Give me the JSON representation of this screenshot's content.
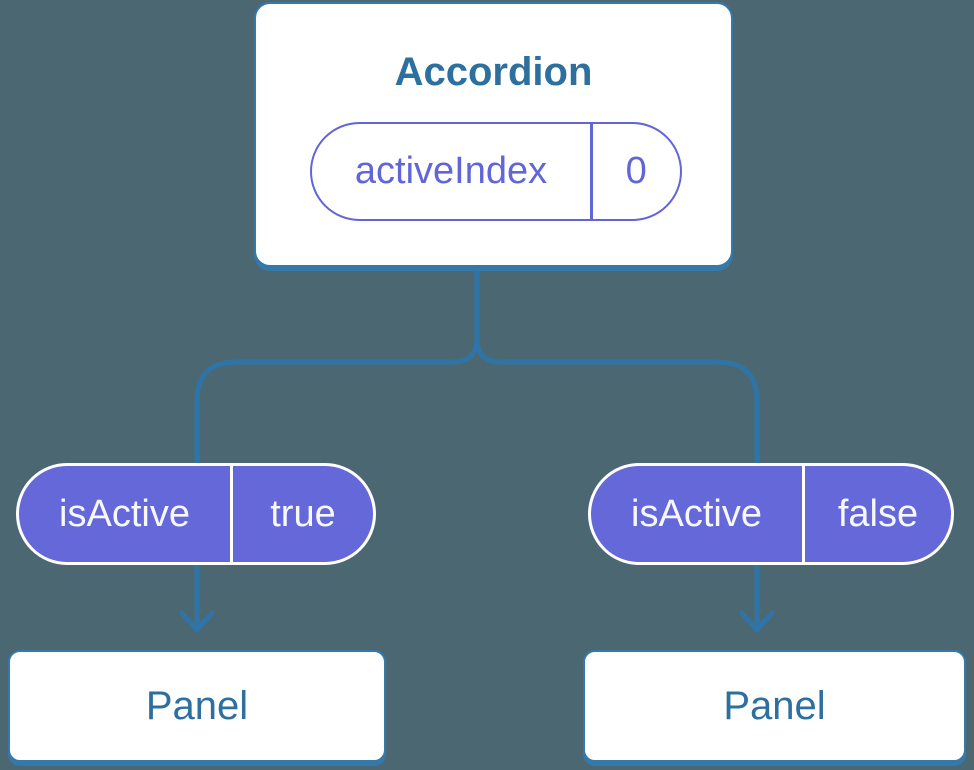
{
  "colors": {
    "background": "#4B6872",
    "node-fill": "#FFFFFF",
    "node-border": "#3578AA",
    "connector": "#2F74A7",
    "node-text": "#2D6F9E",
    "pill-fill": "#6468D9",
    "pill-border": "#FFFFFF",
    "pill-text": "#F7F8FF",
    "state-pill-fill": "#FFFFFF",
    "state-pill-border": "#6165D8",
    "state-pill-text": "#6165D8"
  },
  "diagram": {
    "root": {
      "title": "Accordion",
      "state": {
        "label": "activeIndex",
        "value": "0"
      }
    },
    "children": [
      {
        "prop": {
          "label": "isActive",
          "value": "true"
        },
        "title": "Panel"
      },
      {
        "prop": {
          "label": "isActive",
          "value": "false"
        },
        "title": "Panel"
      }
    ]
  }
}
